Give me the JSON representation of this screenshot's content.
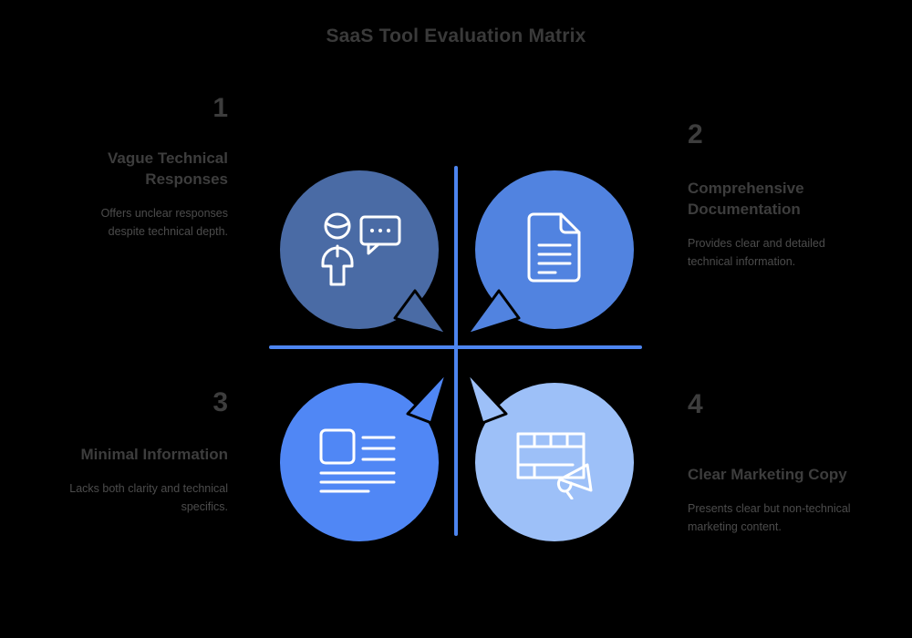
{
  "page": {
    "title": "SaaS Tool Evaluation Matrix",
    "background_color": "#000000",
    "axis_color": "#4d85f0",
    "title_color": "#3a3a3a"
  },
  "quadrants": [
    {
      "number": "1",
      "title": "Vague Technical Responses",
      "description": "Offers unclear responses despite technical depth.",
      "icon": "person-chat-bubble-icon",
      "bubble_color": "#4a6ba5",
      "align": "right",
      "position": "top-left"
    },
    {
      "number": "2",
      "title": "Comprehensive Documentation",
      "description": "Provides clear and detailed technical information.",
      "icon": "document-file-icon",
      "bubble_color": "#5183e0",
      "align": "left",
      "position": "top-right"
    },
    {
      "number": "3",
      "title": "Minimal Information",
      "description": "Lacks both clarity and technical specifics.",
      "icon": "article-layout-icon",
      "bubble_color": "#5087f5",
      "align": "right",
      "position": "bottom-left"
    },
    {
      "number": "4",
      "title": "Clear Marketing Copy",
      "description": "Presents clear but non-technical marketing content.",
      "icon": "billboard-megaphone-icon",
      "bubble_color": "#9dc0f8",
      "align": "left",
      "position": "bottom-right"
    }
  ]
}
